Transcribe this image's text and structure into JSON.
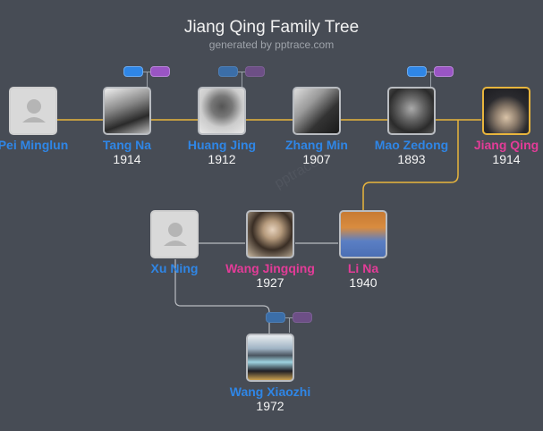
{
  "header": {
    "title": "Jiang Qing Family Tree",
    "subtitle": "generated by pptrace.com",
    "watermark": "pptrace"
  },
  "colors": {
    "background": "#474c55",
    "male": "#2f86e6",
    "female": "#e33c98",
    "spouse_line": "#e8b53d",
    "relation_line": "#b9bcc1"
  },
  "people": [
    {
      "id": "pei-minglun",
      "name": "Pei Minglun",
      "year": "",
      "gender": "male",
      "photo": "placeholder"
    },
    {
      "id": "tang-na",
      "name": "Tang Na",
      "year": "1914",
      "gender": "male",
      "photo": "portrait"
    },
    {
      "id": "huang-jing",
      "name": "Huang Jing",
      "year": "1912",
      "gender": "male",
      "photo": "portrait"
    },
    {
      "id": "zhang-min",
      "name": "Zhang Min",
      "year": "1907",
      "gender": "male",
      "photo": "portrait"
    },
    {
      "id": "mao-zedong",
      "name": "Mao Zedong",
      "year": "1893",
      "gender": "male",
      "photo": "portrait"
    },
    {
      "id": "jiang-qing",
      "name": "Jiang Qing",
      "year": "1914",
      "gender": "female",
      "photo": "portrait",
      "selected": true
    },
    {
      "id": "xu-ning",
      "name": "Xu Ning",
      "year": "",
      "gender": "male",
      "photo": "placeholder"
    },
    {
      "id": "wang-jingqing",
      "name": "Wang Jingqing",
      "year": "1927",
      "gender": "female",
      "photo": "portrait"
    },
    {
      "id": "li-na",
      "name": "Li Na",
      "year": "1940",
      "gender": "female",
      "photo": "portrait"
    },
    {
      "id": "wang-xiaozhi",
      "name": "Wang Xiaozhi",
      "year": "1972",
      "gender": "male",
      "photo": "portrait"
    }
  ]
}
